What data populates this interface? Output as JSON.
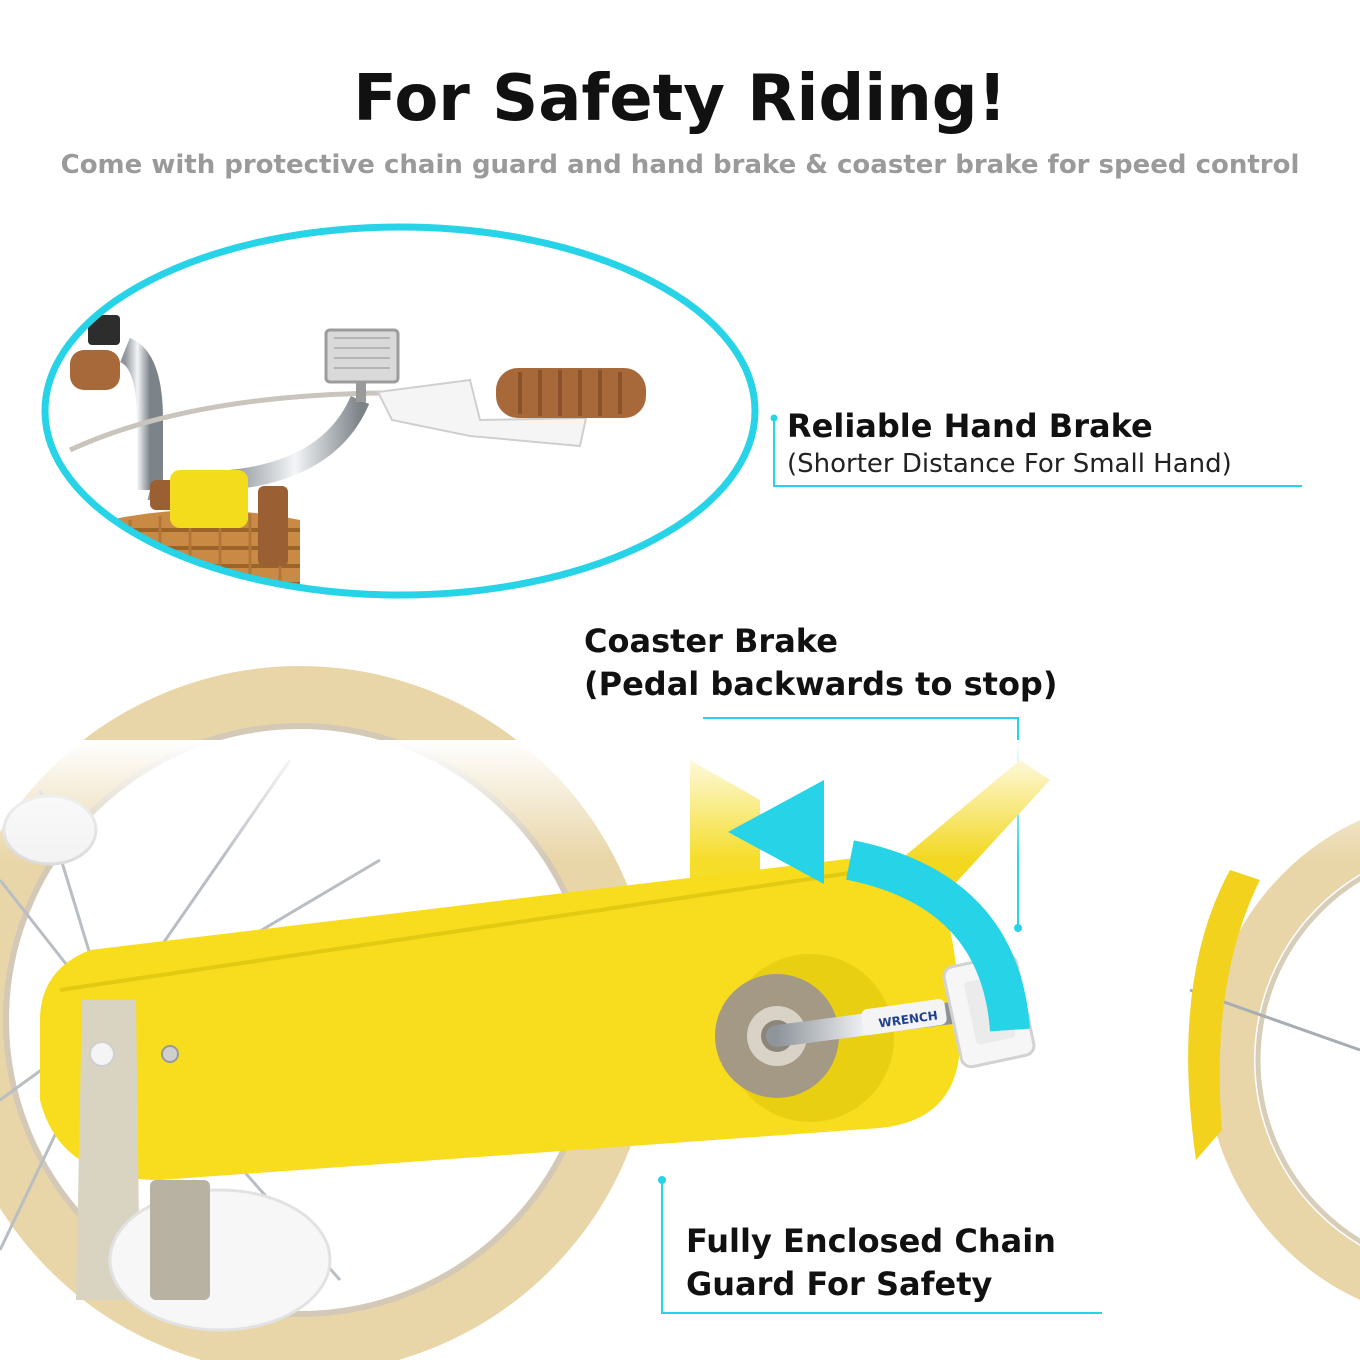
{
  "header": {
    "title": "For Safety Riding!",
    "subtitle": "Come with protective chain guard and hand brake & coaster brake for speed control"
  },
  "callouts": {
    "hand_brake": {
      "title": "Reliable Hand Brake",
      "detail": "(Shorter Distance For Small Hand)"
    },
    "coaster_brake": {
      "line1": "Coaster Brake",
      "line2": "(Pedal backwards to stop)"
    },
    "chain_guard": {
      "line1": "Fully Enclosed Chain",
      "line2": "Guard For Safety"
    }
  },
  "product_label": {
    "pedal_text": "WRENCH"
  },
  "colors": {
    "accent": "#27d3e6",
    "frame_yellow": "#f7dd1e",
    "grip_brown": "#a8693a",
    "tire_cream": "#e9d6a8"
  }
}
